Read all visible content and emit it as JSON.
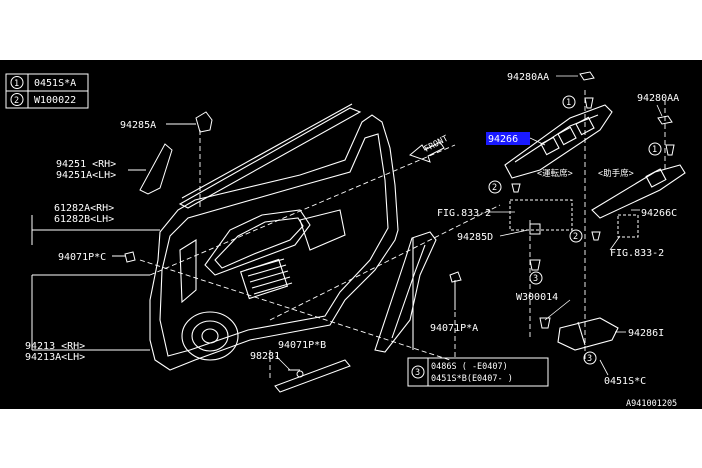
{
  "diagram": {
    "legend": [
      {
        "num": "1",
        "code": "0451S*A"
      },
      {
        "num": "2",
        "code": "W100022"
      }
    ],
    "legend3": {
      "num": "3",
      "line1": "0486S  ( -E0407)",
      "line2": "0451S*B(E0407- )"
    },
    "front_label": "FRONT",
    "driver_side": "<運転席>",
    "passenger_side": "<助手席>",
    "highlight_color": "#1a1aff",
    "labels": {
      "p94280AA_a": "94280AA",
      "p94280AA_b": "94280AA",
      "p94285A": "94285A",
      "p94266": "94266",
      "p94251": "94251 <RH>",
      "p94251A": "94251A<LH>",
      "p61282A": "61282A<RH>",
      "p61282B": "61282B<LH>",
      "fig833_a": "FIG.833-2",
      "fig833_b": "FIG.833-2",
      "p94266C": "94266C",
      "p94285D": "94285D",
      "p94071PC": "94071P*C",
      "pW300014": "W300014",
      "p94071PA": "94071P*A",
      "p94286I": "94286I",
      "p94213": "94213 <RH>",
      "p94213A": "94213A<LH>",
      "p94071PB": "94071P*B",
      "p98281": "98281",
      "p0451SC": "0451S*C",
      "catalog": "A941001205"
    }
  }
}
